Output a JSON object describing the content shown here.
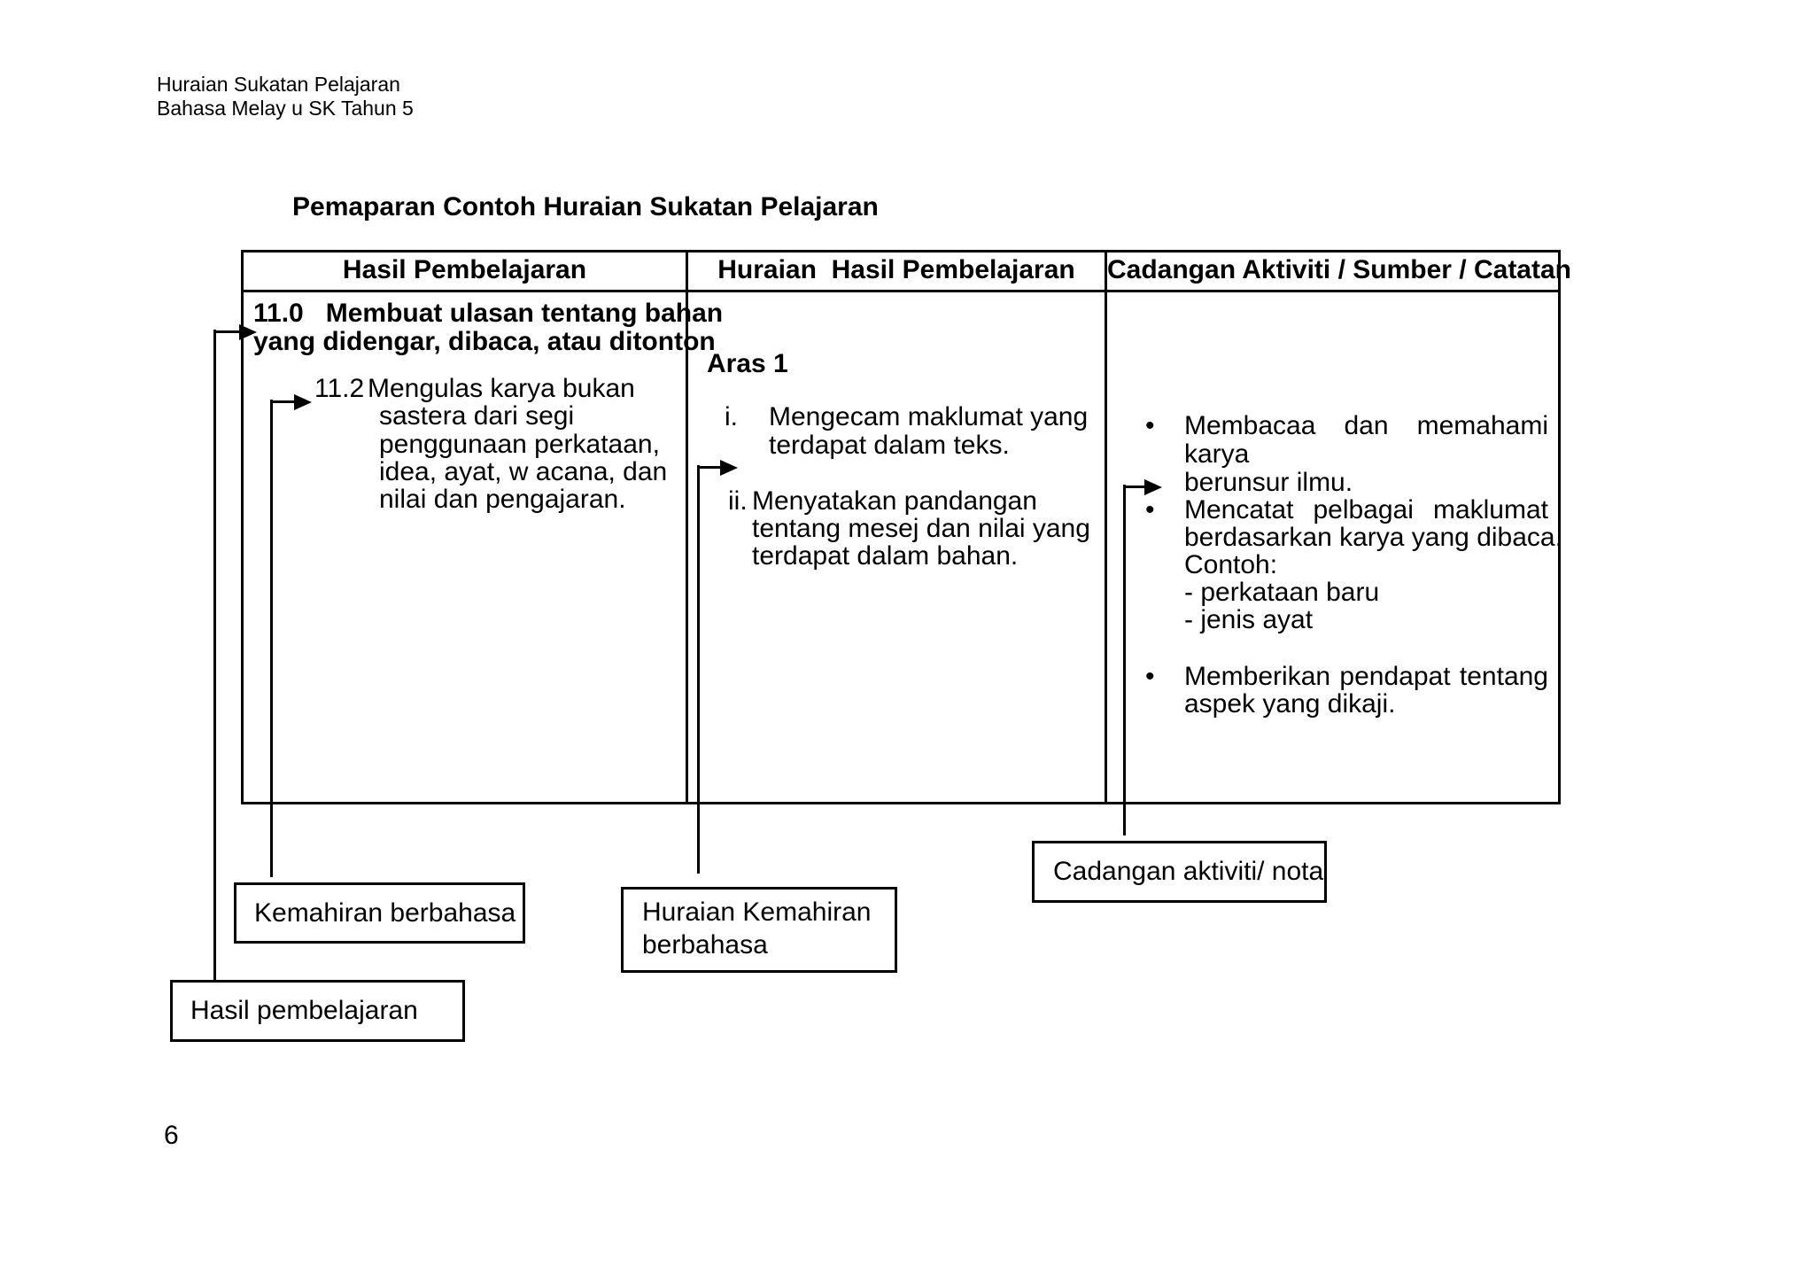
{
  "page_header": {
    "line1": "Huraian Sukatan Pelajaran",
    "line2": "Bahasa Melay u SK Tahun 5"
  },
  "title": "Pemaparan Contoh Huraian Sukatan Pelajaran",
  "table": {
    "headers": [
      "Hasil Pembelajaran",
      "Huraian  Hasil Pembelajaran",
      "Cadangan Aktiviti / Sumber / Catatan"
    ],
    "learning_outcome": {
      "heading": [
        "11.0   Membuat ulasan tentang bahan",
        "yang didengar, dibaca, atau ditonton"
      ],
      "item_number": "11.2",
      "item_lines": [
        "Mengulas karya bukan",
        "sastera dari segi",
        "penggunaan perkataan,",
        "idea, ayat, w acana, dan",
        "nilai dan pengajaran."
      ]
    },
    "description": {
      "level": "Aras 1",
      "items": [
        {
          "num": "i.",
          "lines": [
            "Mengecam maklumat yang",
            "terdapat dalam teks."
          ]
        },
        {
          "num": "ii.",
          "lines": [
            "Menyatakan pandangan",
            "tentang mesej dan nilai yang",
            "terdapat dalam bahan."
          ]
        }
      ]
    },
    "activities": {
      "bullet_char": "•",
      "bullets": [
        {
          "lines": [
            "Membacaa dan memahami karya",
            "berunsur ilmu."
          ]
        },
        {
          "lines": [
            "Mencatat pelbagai maklumat",
            "berdasarkan karya yang dibaca.",
            "Contoh:",
            "- perkataan baru",
            "- jenis ayat"
          ]
        },
        {
          "lines": [
            "Memberikan pendapat tentang",
            "aspek yang dikaji."
          ]
        }
      ]
    }
  },
  "callouts": {
    "kemahiran": "Kemahiran berbahasa",
    "huraian_kemahiran": [
      "Huraian Kemahiran",
      "berbahasa"
    ],
    "cadangan": "Cadangan aktiviti/ nota",
    "hasil": "Hasil pembelajaran"
  },
  "page_number": "6",
  "colors": {
    "ink": "#000000",
    "paper": "#ffffff"
  }
}
